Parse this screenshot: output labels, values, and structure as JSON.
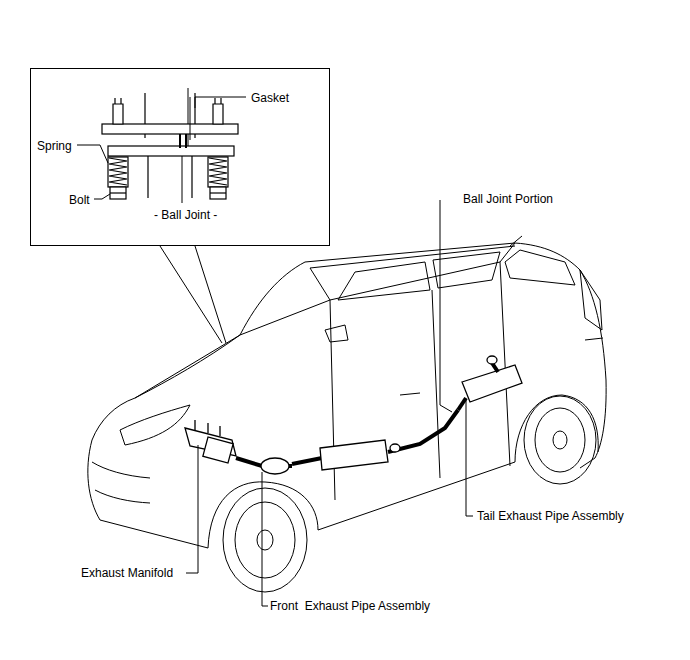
{
  "diagram": {
    "nodes": [
      {
        "text": [
          "Gasket",
          "Spring",
          "Bolt",
          "- Ball Joint -"
        ]
      }
    ],
    "labels": [
      "Ball Joint Portion",
      "Tail Exhaust Pipe Assembly",
      "Exhaust Manifold",
      "Front  Exhaust Pipe Assembly"
    ]
  }
}
